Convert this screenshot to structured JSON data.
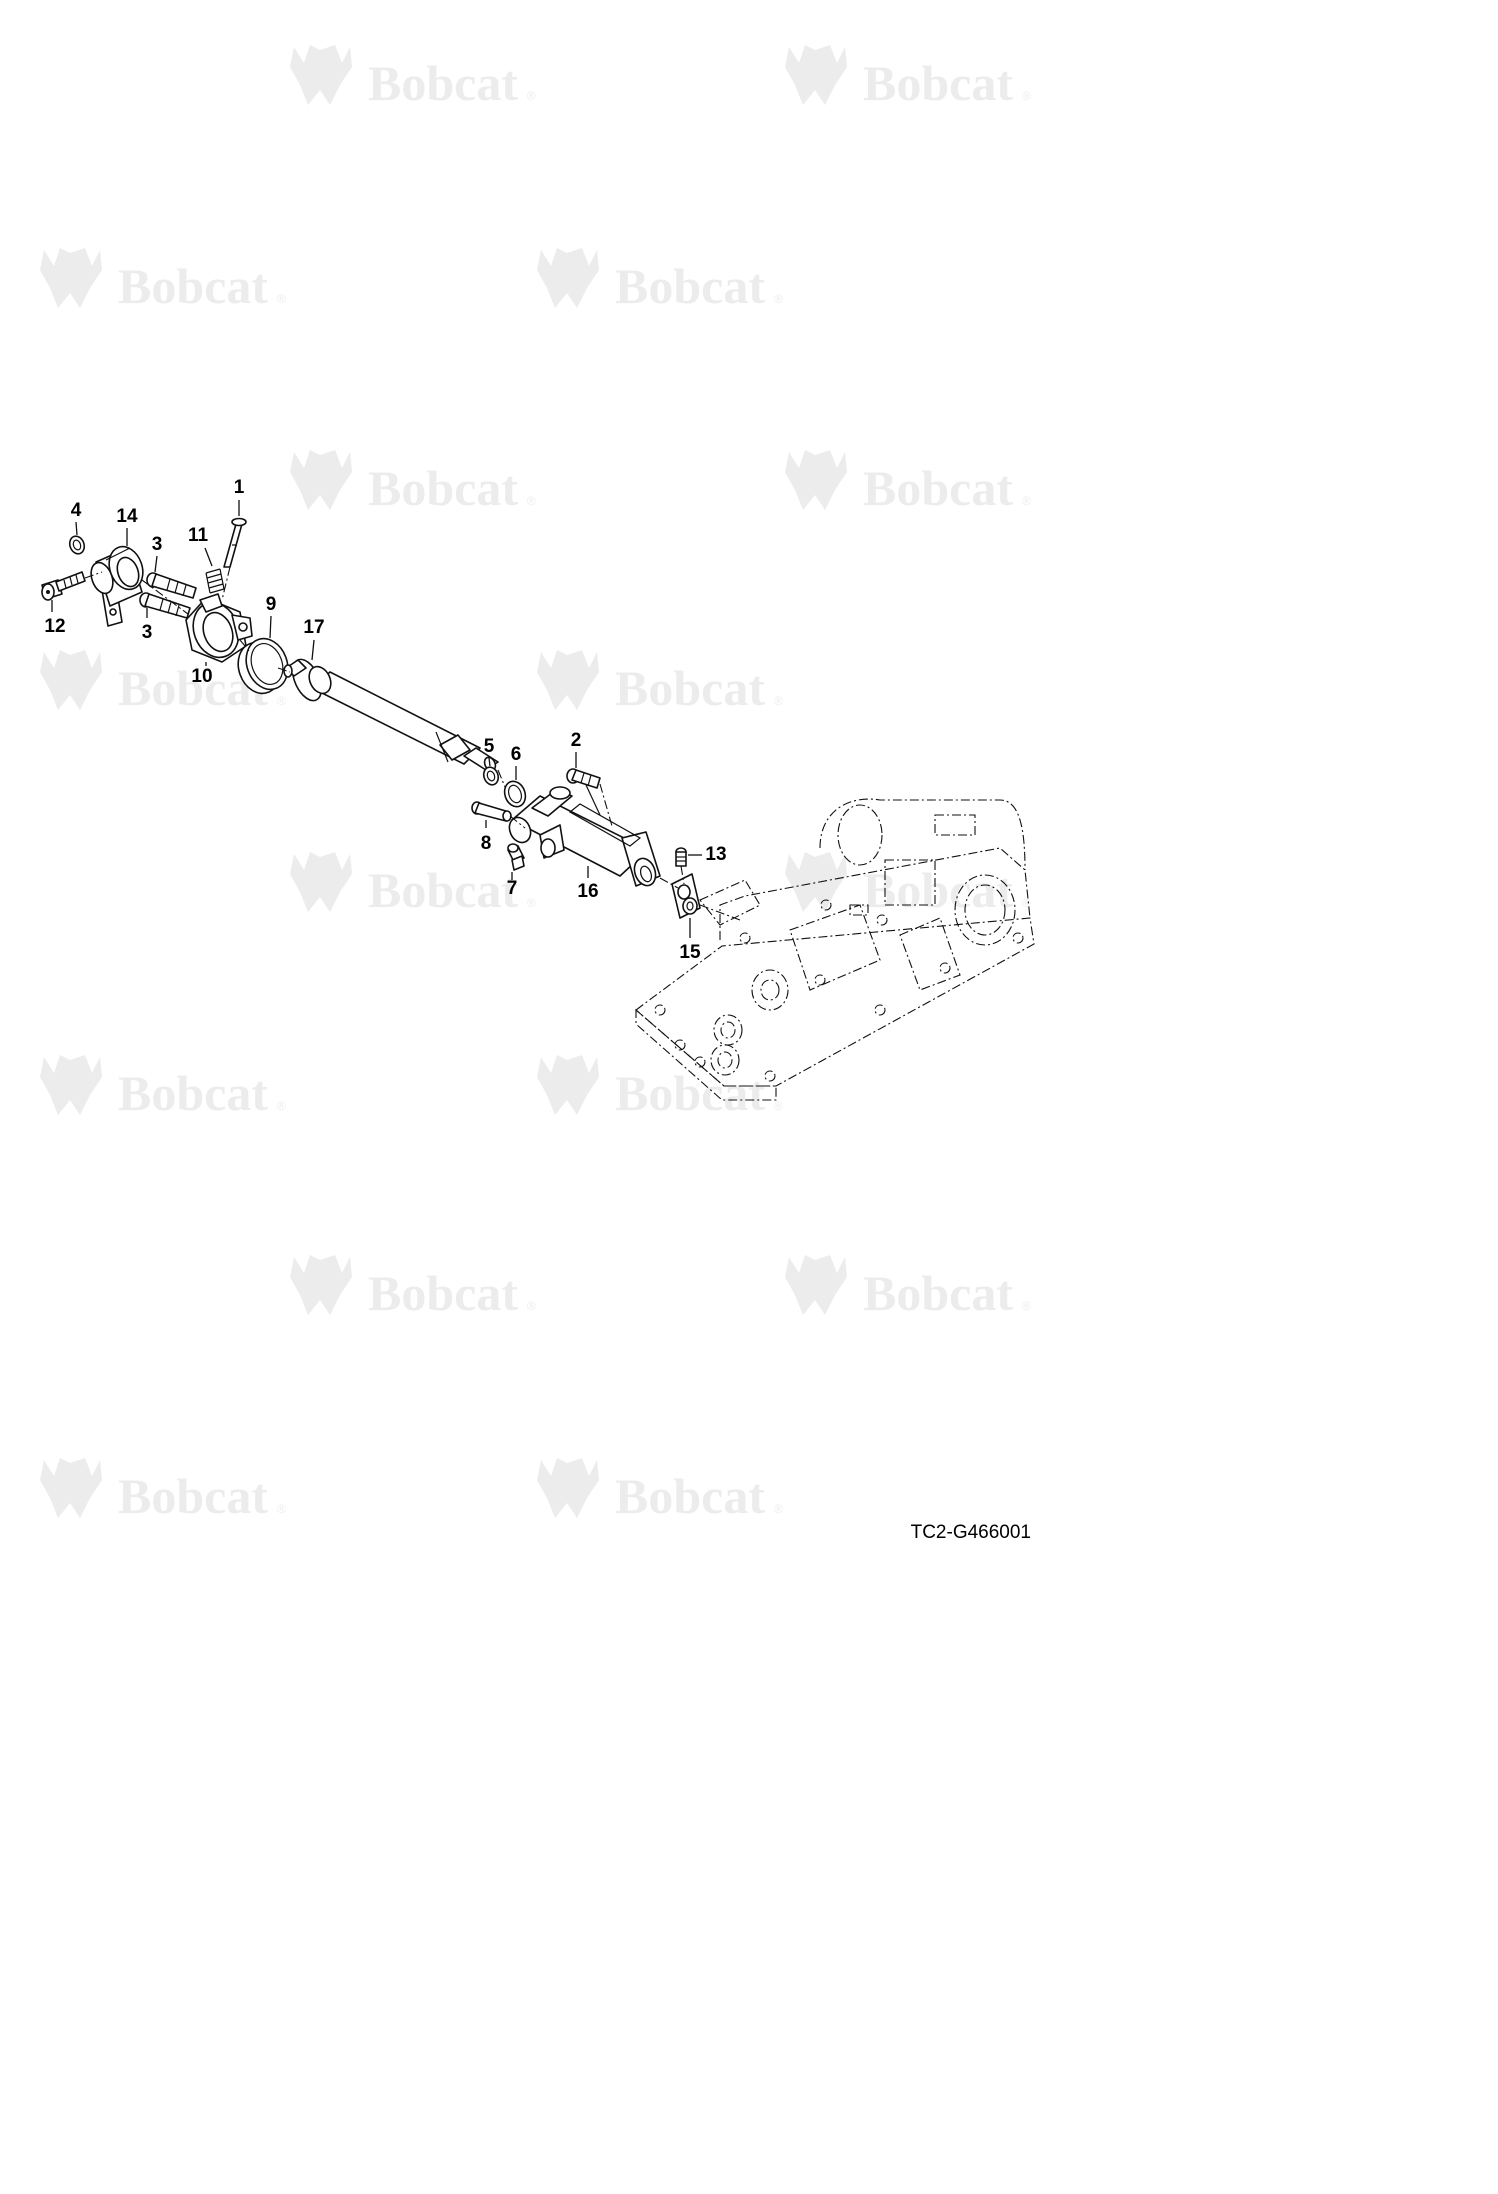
{
  "watermark": {
    "brand": "Bobcat",
    "registered_mark": "®"
  },
  "reference_code": "TC2-G466001",
  "callouts": [
    {
      "id": "1",
      "label": "1"
    },
    {
      "id": "2",
      "label": "2"
    },
    {
      "id": "3a",
      "label": "3"
    },
    {
      "id": "3b",
      "label": "3"
    },
    {
      "id": "4",
      "label": "4"
    },
    {
      "id": "5",
      "label": "5"
    },
    {
      "id": "6",
      "label": "6"
    },
    {
      "id": "7",
      "label": "7"
    },
    {
      "id": "8",
      "label": "8"
    },
    {
      "id": "9",
      "label": "9"
    },
    {
      "id": "10",
      "label": "10"
    },
    {
      "id": "11",
      "label": "11"
    },
    {
      "id": "12",
      "label": "12"
    },
    {
      "id": "13",
      "label": "13"
    },
    {
      "id": "14",
      "label": "14"
    },
    {
      "id": "15",
      "label": "15"
    },
    {
      "id": "16",
      "label": "16"
    },
    {
      "id": "17",
      "label": "17"
    }
  ]
}
